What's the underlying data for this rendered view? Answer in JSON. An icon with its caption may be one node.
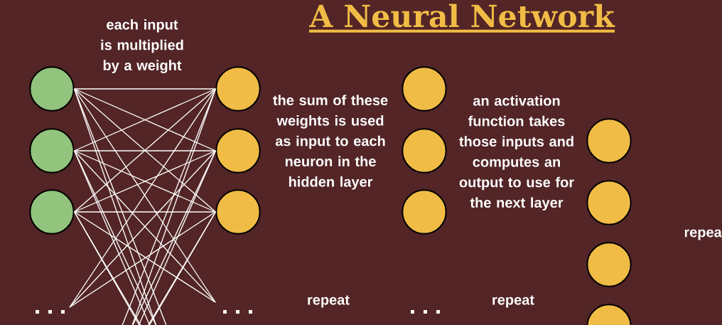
{
  "diagram": {
    "title": "A Neural Network",
    "nodes": [
      {
        "text": [],
        "shape": "circle"
      },
      {
        "text": [],
        "shape": "circle"
      },
      {
        "text": [],
        "shape": "circle"
      },
      {
        "text": [],
        "shape": "circle"
      },
      {
        "text": [],
        "shape": "circle"
      },
      {
        "text": [],
        "shape": "circle"
      },
      {
        "text": [],
        "shape": "circle"
      },
      {
        "text": [],
        "shape": "circle"
      },
      {
        "text": [],
        "shape": "circle"
      },
      {
        "text": [],
        "shape": "circle"
      },
      {
        "text": [],
        "shape": "circle"
      },
      {
        "text": [],
        "shape": "circle"
      },
      {
        "text": [],
        "shape": "circle"
      }
    ],
    "edges": [
      {
        "from": 0,
        "to": 3,
        "arrow": "none"
      },
      {
        "from": 0,
        "to": 4,
        "arrow": "none"
      },
      {
        "from": 0,
        "to": 5,
        "arrow": "none"
      },
      {
        "from": 1,
        "to": 3,
        "arrow": "none"
      },
      {
        "from": 1,
        "to": 4,
        "arrow": "none"
      },
      {
        "from": 1,
        "to": 5,
        "arrow": "none"
      },
      {
        "from": 2,
        "to": 3,
        "arrow": "none"
      },
      {
        "from": 2,
        "to": 4,
        "arrow": "none"
      },
      {
        "from": 2,
        "to": 5,
        "arrow": "none"
      },
      {
        "from": 0,
        "to": null,
        "arrow": "none"
      },
      {
        "from": 0,
        "to": null,
        "arrow": "none"
      },
      {
        "from": 0,
        "to": null,
        "arrow": "none"
      },
      {
        "from": 1,
        "to": null,
        "arrow": "none"
      },
      {
        "from": 1,
        "to": null,
        "arrow": "none"
      },
      {
        "from": 1,
        "to": null,
        "arrow": "none"
      },
      {
        "from": 2,
        "to": null,
        "arrow": "none"
      },
      {
        "from": 2,
        "to": null,
        "arrow": "none"
      },
      {
        "from": 2,
        "to": null,
        "arrow": "none"
      },
      {
        "from": null,
        "to": 3,
        "arrow": "none"
      },
      {
        "from": null,
        "to": 3,
        "arrow": "none"
      },
      {
        "from": null,
        "to": 3,
        "arrow": "none"
      },
      {
        "from": null,
        "to": 4,
        "arrow": "none"
      },
      {
        "from": null,
        "to": 4,
        "arrow": "none"
      },
      {
        "from": null,
        "to": 4,
        "arrow": "none"
      },
      {
        "from": null,
        "to": 5,
        "arrow": "none"
      },
      {
        "from": null,
        "to": 5,
        "arrow": "none"
      },
      {
        "from": null,
        "to": 5,
        "arrow": "none"
      }
    ],
    "labels": [
      "each input is multiplied by a weight",
      "the sum of these weights is used as input to each neuron in the hidden layer",
      "an activation function takes those inputs and computes an output to use for the next layer",
      "repea",
      "repeat",
      "repeat"
    ]
  }
}
